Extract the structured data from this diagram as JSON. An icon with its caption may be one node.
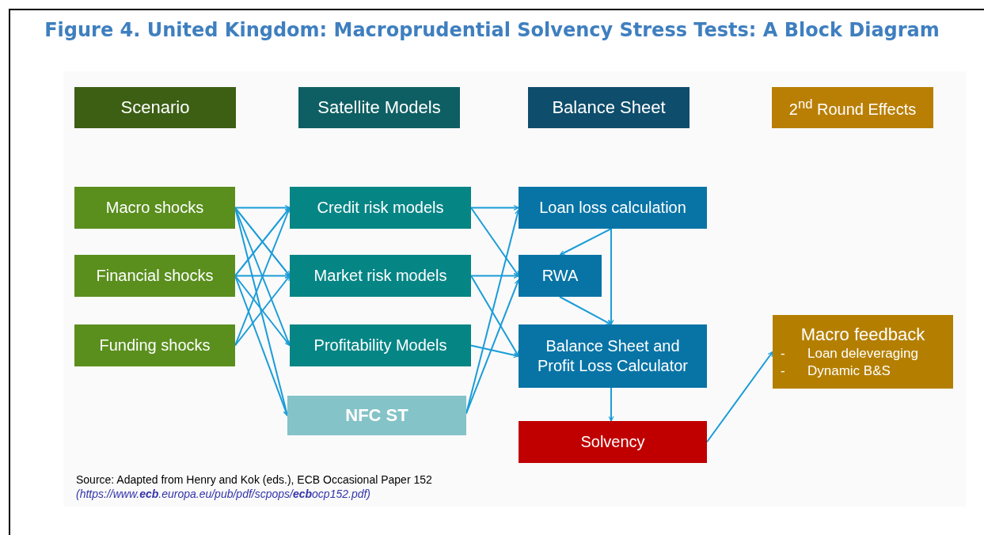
{
  "diagram": {
    "title": "Figure 4. United Kingdom: Macroprudential Solvency Stress Tests: A Block Diagram",
    "nodes": [
      {
        "text": [
          "Scenario"
        ]
      },
      {
        "text": [
          "Satellite Models"
        ]
      },
      {
        "text": [
          "Balance Sheet"
        ]
      },
      {
        "text": [
          "2$^{nd}$ Round Effects"
        ]
      },
      {
        "text": [
          "Macro shocks"
        ]
      },
      {
        "text": [
          "Financial shocks"
        ]
      },
      {
        "text": [
          "Funding shocks"
        ]
      },
      {
        "text": [
          "Credit risk models"
        ]
      },
      {
        "text": [
          "Market risk models"
        ]
      },
      {
        "text": [
          "Profitability Models"
        ]
      },
      {
        "text": [
          "NFC ST"
        ]
      },
      {
        "text": [
          "Loan loss calculation"
        ]
      },
      {
        "text": [
          "RWA"
        ]
      },
      {
        "text": [
          "Balance Sheet and Profit Loss Calculator"
        ]
      },
      {
        "text": [
          "Solvency"
        ]
      },
      {
        "text": [
          "Macro feedback",
          "- Loan deleveraging",
          "- Dynamic B&S"
        ]
      }
    ],
    "edges": [
      {
        "from": 4,
        "to": 7,
        "arrow": "to"
      },
      {
        "from": 4,
        "to": 8,
        "arrow": "to"
      },
      {
        "from": 4,
        "to": 9,
        "arrow": "to"
      },
      {
        "from": 4,
        "to": 10,
        "arrow": "to"
      },
      {
        "from": 5,
        "to": 7,
        "arrow": "to"
      },
      {
        "from": 5,
        "to": 8,
        "arrow": "to"
      },
      {
        "from": 5,
        "to": 9,
        "arrow": "to"
      },
      {
        "from": 5,
        "to": 10,
        "arrow": "to"
      },
      {
        "from": 6,
        "to": 7,
        "arrow": "to"
      },
      {
        "from": 6,
        "to": 8,
        "arrow": "to"
      },
      {
        "from": 7,
        "to": 11,
        "arrow": "to"
      },
      {
        "from": 7,
        "to": 12,
        "arrow": "to"
      },
      {
        "from": 8,
        "to": 12,
        "arrow": "to"
      },
      {
        "from": 8,
        "to": 13,
        "arrow": "to"
      },
      {
        "from": 9,
        "to": 13,
        "arrow": "to"
      },
      {
        "from": 10,
        "to": 11,
        "arrow": "to"
      },
      {
        "from": 10,
        "to": 12,
        "arrow": "to"
      },
      {
        "from": 11,
        "to": 12,
        "arrow": "to"
      },
      {
        "from": 11,
        "to": 13,
        "arrow": "to"
      },
      {
        "from": 12,
        "to": 13,
        "arrow": "to"
      },
      {
        "from": 13,
        "to": 14,
        "arrow": "to"
      },
      {
        "from": 14,
        "to": 15,
        "arrow": "to"
      }
    ],
    "labels": [
      "Source: Adapted from Henry and Kok (eds.), ECB Occasional Paper 152",
      "(https://www.**ecb**.europa.eu/pub/pdf/scpops/**ecb**ocp152.pdf)"
    ]
  }
}
